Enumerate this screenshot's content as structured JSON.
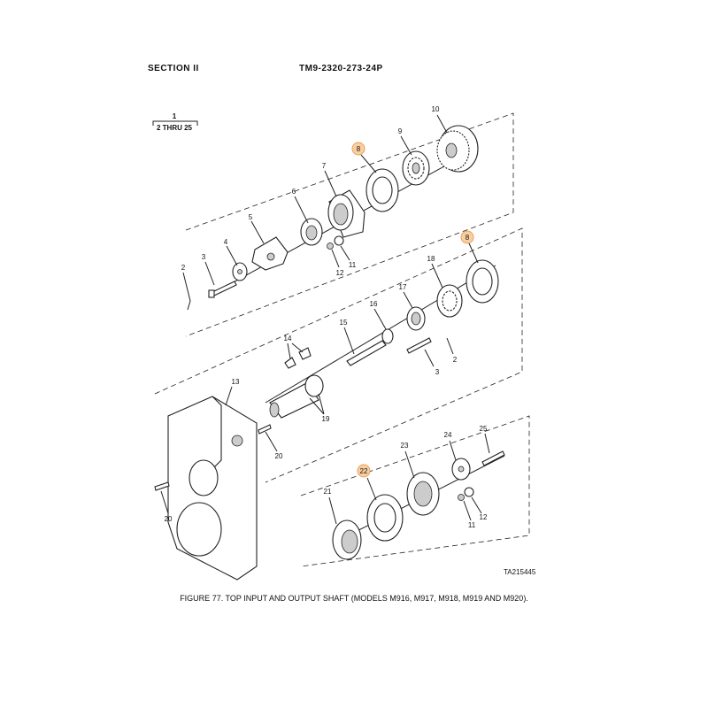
{
  "header": {
    "section": "SECTION II",
    "tm": "TM9-2320-273-24P"
  },
  "reference": {
    "top": "1",
    "bottom": "2 THRU 25"
  },
  "labels": {
    "l2a": "2",
    "l3a": "3",
    "l4": "4",
    "l5": "5",
    "l6": "6",
    "l7": "7",
    "l8a": "8",
    "l9": "9",
    "l10": "10",
    "l11a": "11",
    "l12a": "12",
    "l8b": "8",
    "l18": "18",
    "l17": "17",
    "l16": "16",
    "l15": "15",
    "l14": "14",
    "l3b": "3",
    "l2b": "2",
    "l13": "13",
    "l19": "19",
    "l20a": "20",
    "l20b": "20",
    "l21": "21",
    "l22": "22",
    "l23": "23",
    "l24": "24",
    "l25": "25",
    "l11b": "11",
    "l12b": "12"
  },
  "highlight_color": "#f8cfa0",
  "illustration_id": "TA215445",
  "caption": "FIGURE 77. TOP INPUT AND OUTPUT SHAFT (MODELS M916, M917, M918, M919 AND M920)."
}
